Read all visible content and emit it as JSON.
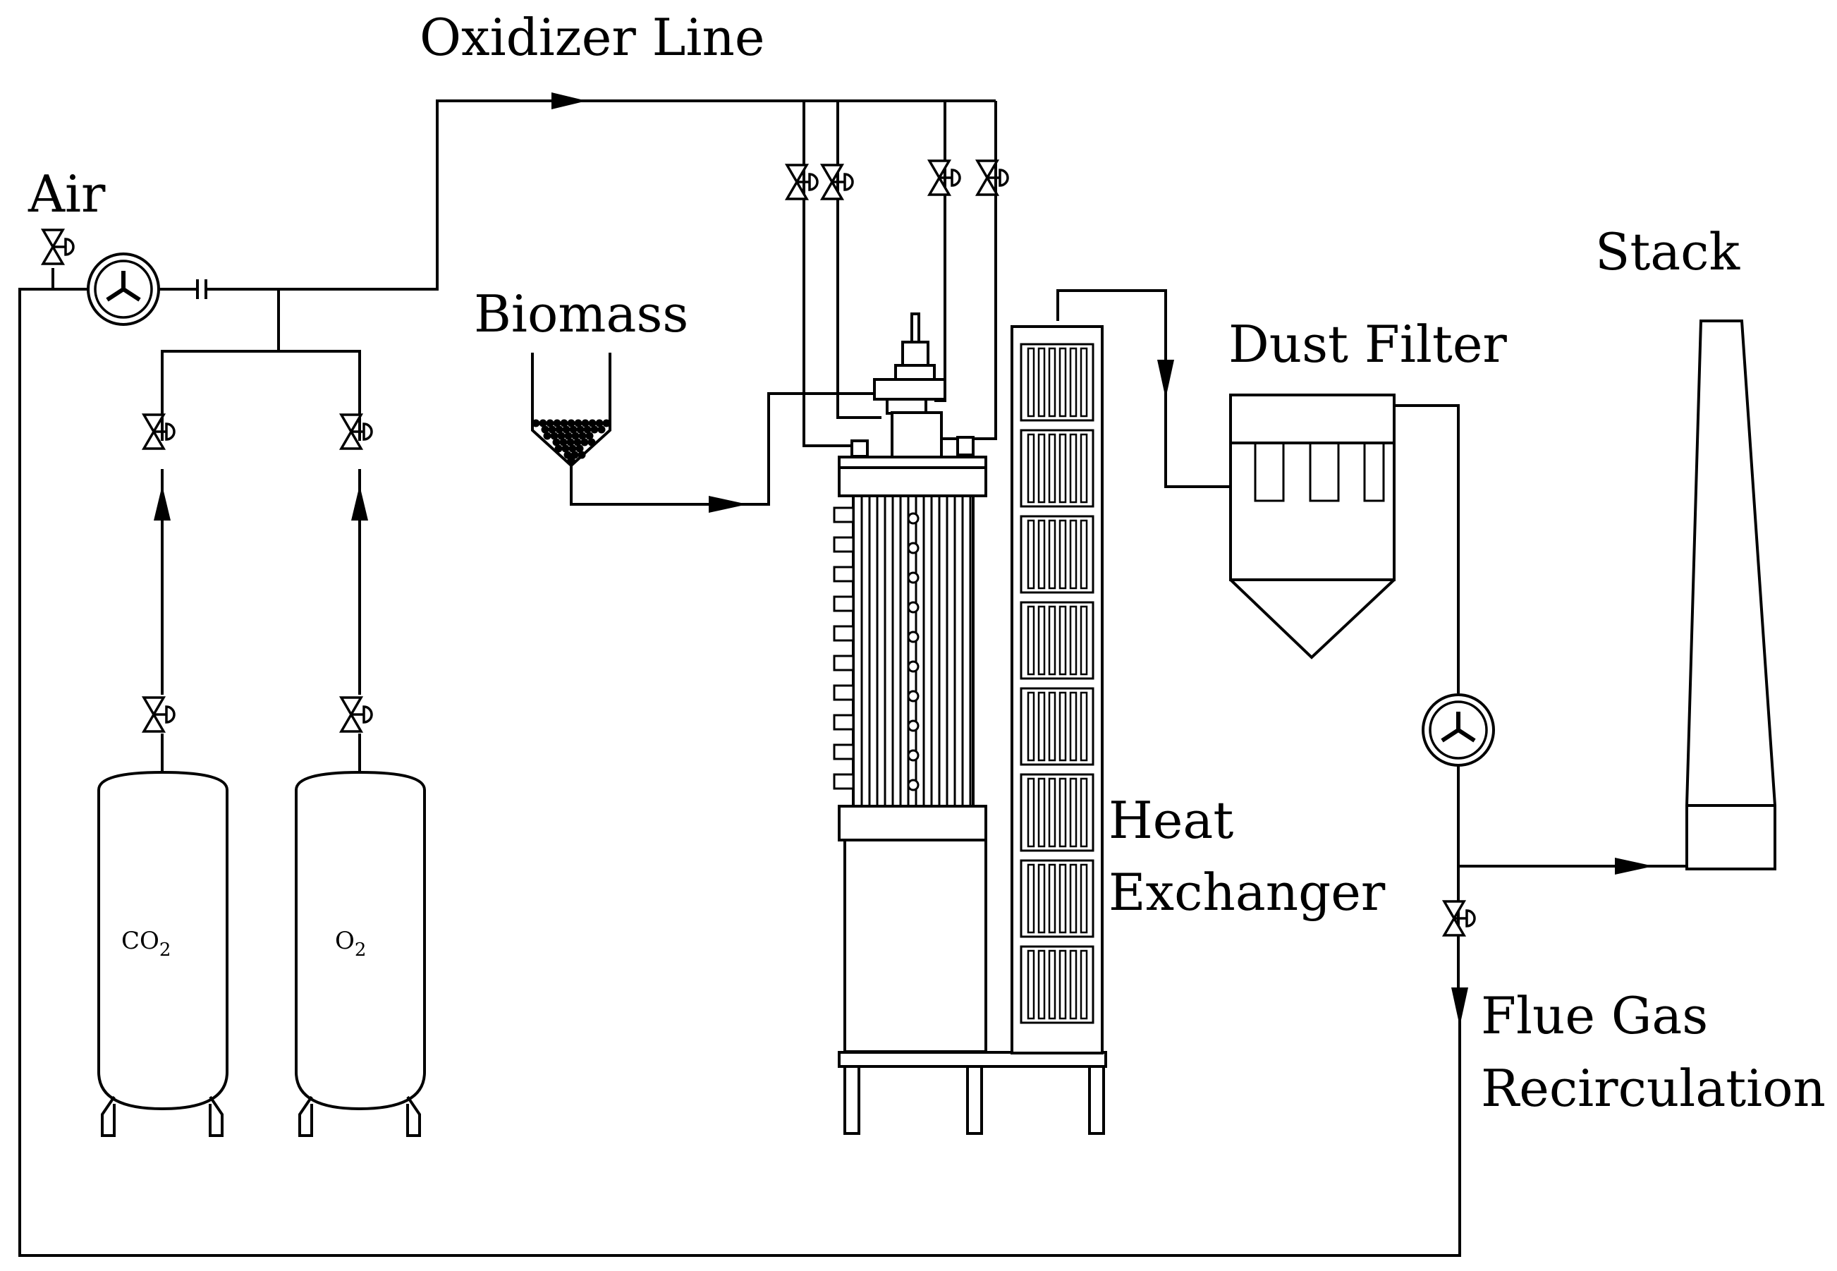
{
  "labels": {
    "oxidizer_line": "Oxidizer Line",
    "air": "Air",
    "biomass": "Biomass",
    "stack": "Stack",
    "dust_filter": "Dust Filter",
    "heat": "Heat",
    "exchanger": "Exchanger",
    "flue_gas": "Flue Gas",
    "recirculation": "Recirculation",
    "co2_main": "CO",
    "co2_sub": "2",
    "o2_main": "O",
    "o2_sub": "2"
  }
}
